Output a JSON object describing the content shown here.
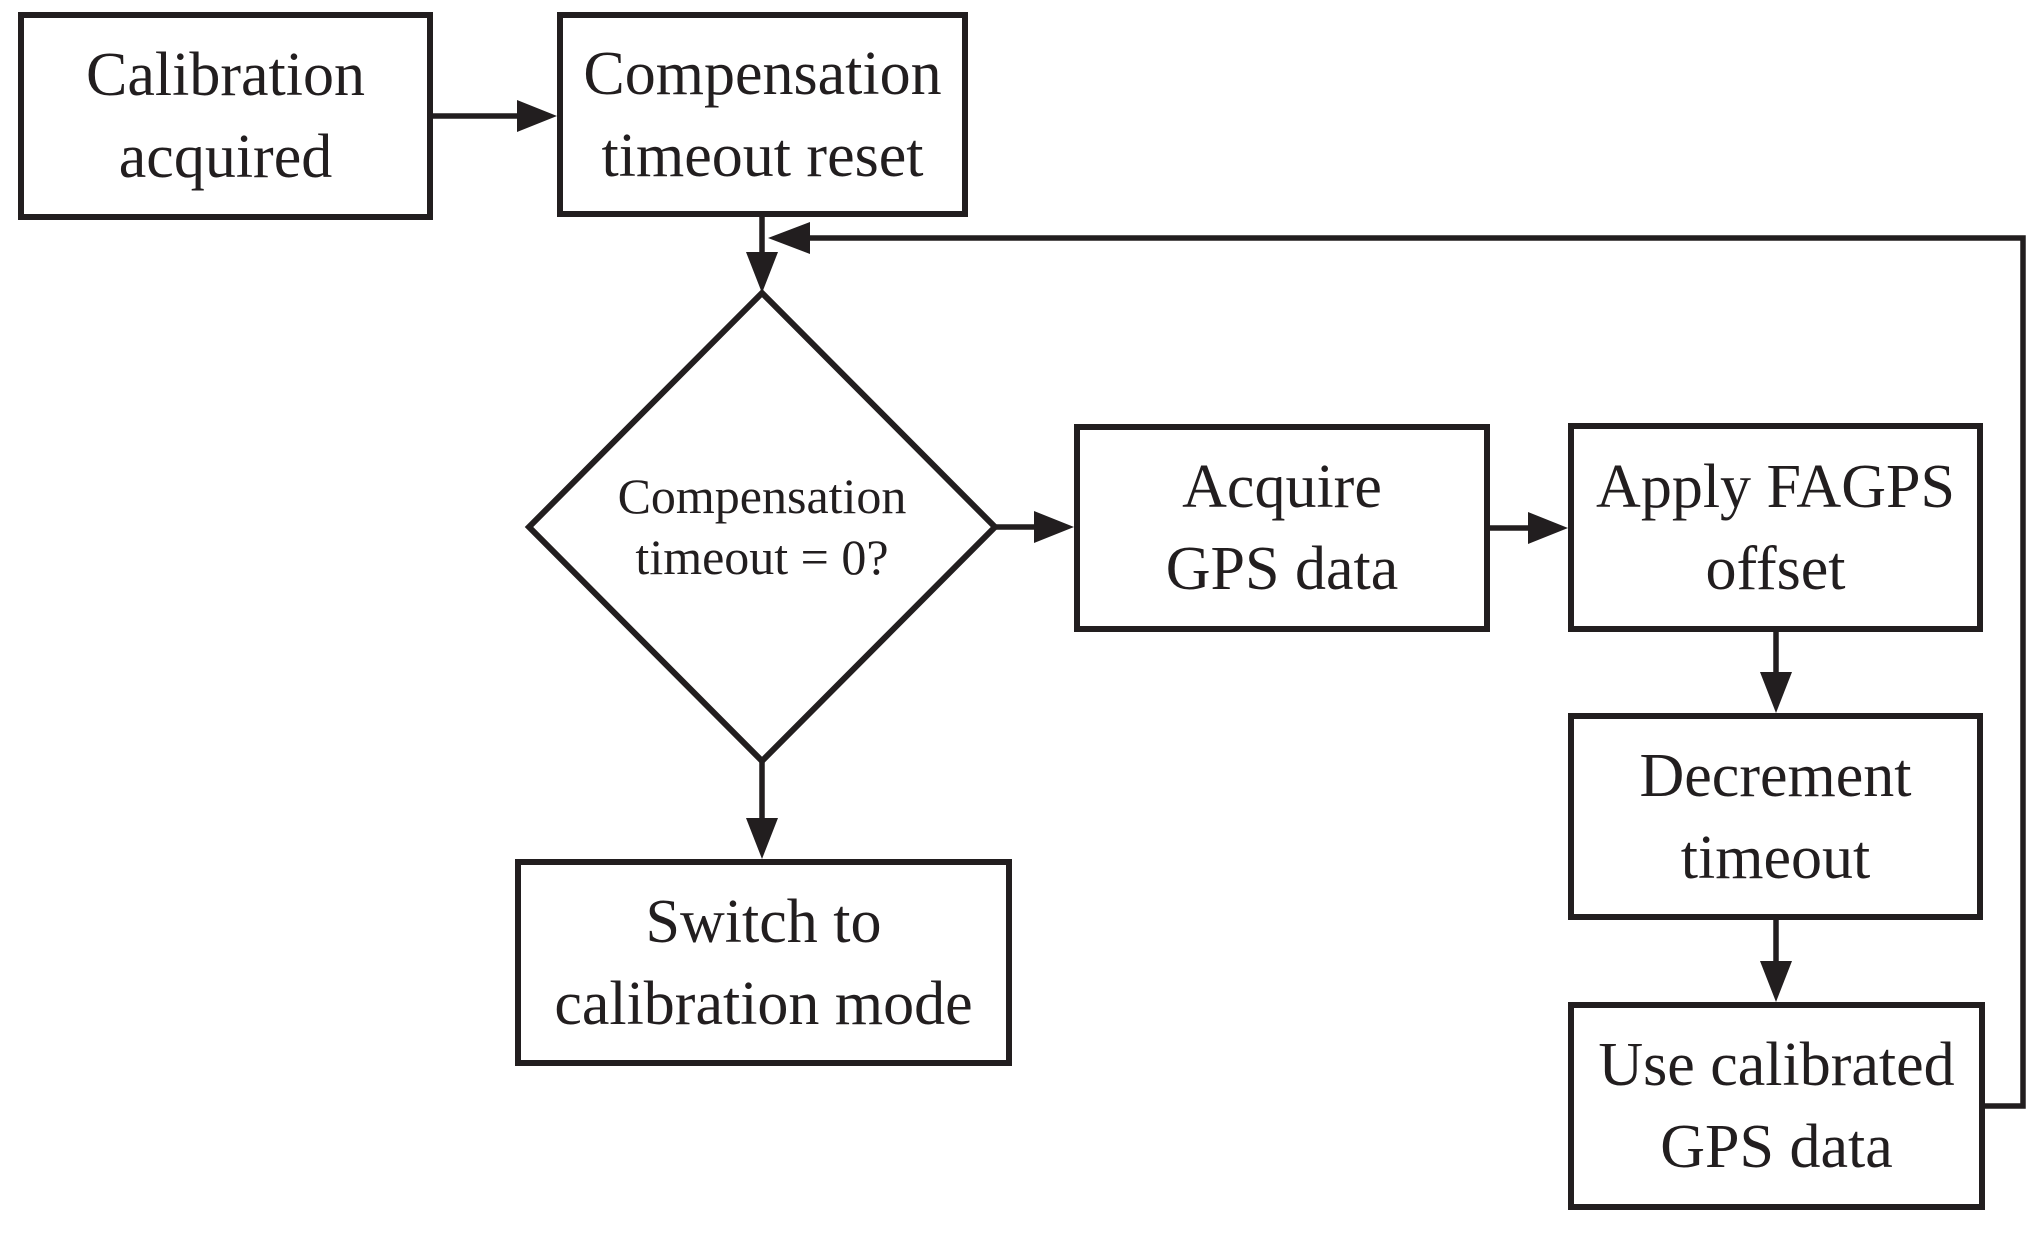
{
  "diagram": {
    "type": "flowchart",
    "background_color": "#ffffff",
    "stroke_color": "#221e1f",
    "nodes": {
      "calibration_acquired": {
        "shape": "rect",
        "lines": [
          "Calibration",
          "acquired"
        ]
      },
      "compensation_timeout_reset": {
        "shape": "rect",
        "lines": [
          "Compensation",
          "timeout reset"
        ]
      },
      "compensation_timeout_zero": {
        "shape": "diamond",
        "lines": [
          "Compensation",
          "timeout = 0?"
        ]
      },
      "acquire_gps_data": {
        "shape": "rect",
        "lines": [
          "Acquire",
          "GPS data"
        ]
      },
      "apply_fagps_offset": {
        "shape": "rect",
        "lines": [
          "Apply FAGPS",
          "offset"
        ]
      },
      "decrement_timeout": {
        "shape": "rect",
        "lines": [
          "Decrement",
          "timeout"
        ]
      },
      "use_calibrated_gps_data": {
        "shape": "rect",
        "lines": [
          "Use calibrated",
          "GPS data"
        ]
      },
      "switch_to_calibration_mode": {
        "shape": "rect",
        "lines": [
          "Switch to",
          "calibration mode"
        ]
      }
    },
    "edges": [
      {
        "from": "calibration_acquired",
        "to": "compensation_timeout_reset"
      },
      {
        "from": "compensation_timeout_reset",
        "to": "compensation_timeout_zero"
      },
      {
        "from": "compensation_timeout_zero",
        "to": "acquire_gps_data"
      },
      {
        "from": "acquire_gps_data",
        "to": "apply_fagps_offset"
      },
      {
        "from": "apply_fagps_offset",
        "to": "decrement_timeout"
      },
      {
        "from": "decrement_timeout",
        "to": "use_calibrated_gps_data"
      },
      {
        "from": "use_calibrated_gps_data",
        "to": "compensation_timeout_zero",
        "note": "feedback loop joining the arrow between timeout reset and the decision diamond"
      },
      {
        "from": "compensation_timeout_zero",
        "to": "switch_to_calibration_mode"
      }
    ]
  }
}
